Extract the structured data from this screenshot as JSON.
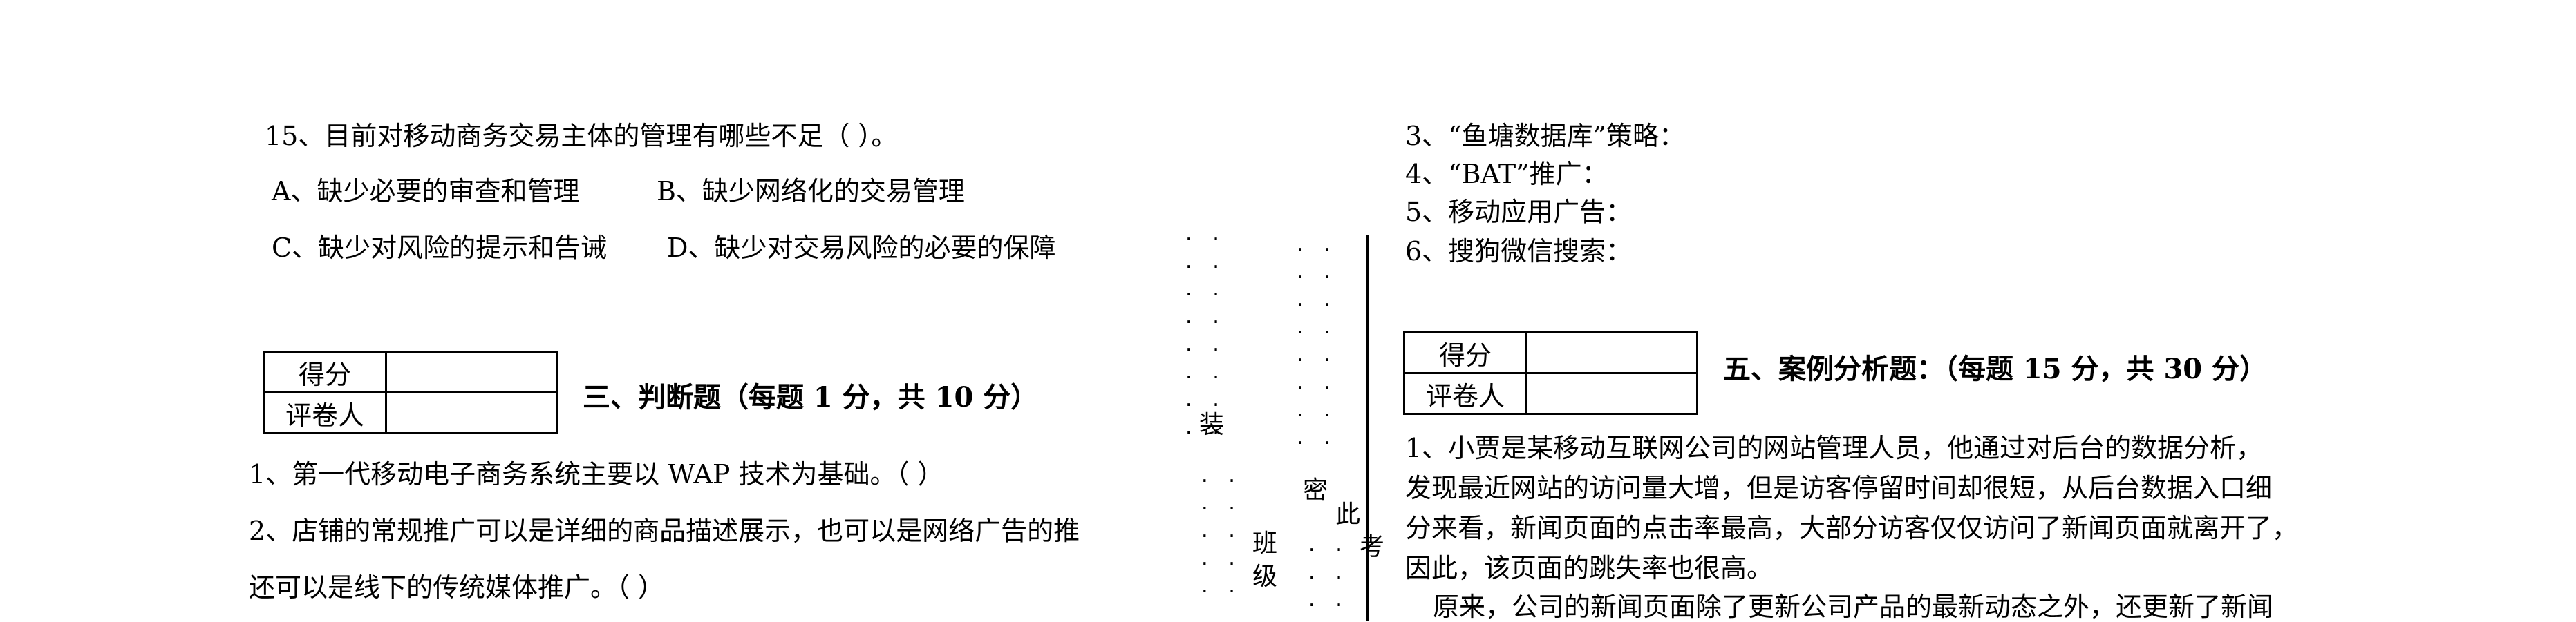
{
  "left": {
    "q15": {
      "stem": "15、目前对移动商务交易主体的管理有哪些不足（    ）。",
      "optA": "A、缺少必要的审查和管理",
      "optB": "B、缺少网络化的交易管理",
      "optC": "C、缺少对风险的提示和告诫",
      "optD": "D、缺少对交易风险的必要的保障"
    },
    "score_box": {
      "score_label": "得分",
      "grader_label": "评卷人"
    },
    "section3_title": "三、判断题（每题 1 分，共 10 分）",
    "tf_items": [
      "1、第一代移动电子商务系统主要以 WAP 技术为基础。（      ）",
      "2、店铺的常规推广可以是详细的商品描述展示，也可以是网络广告的推",
      "还可以是线下的传统媒体推广。（      ）"
    ]
  },
  "binding": {
    "zhuang": "装",
    "mi": "密",
    "ci": "此",
    "kao": "考",
    "ban": "班",
    "ji": "级"
  },
  "right": {
    "items": [
      "3、“鱼塘数据库”策略：",
      "4、“BAT”推广：",
      "5、移动应用广告：",
      "6、搜狗微信搜索："
    ],
    "score_box": {
      "score_label": "得分",
      "grader_label": "评卷人"
    },
    "section5_title": "五、案例分析题：（每题 15 分，共 30 分）",
    "case_lines": [
      "1、小贾是某移动互联网公司的网站管理人员，他通过对后台的数据分析，",
      "发现最近网站的访问量大增，但是访客停留时间却很短，从后台数据入口细",
      "分来看，新闻页面的点击率最高，大部分访客仅仅访问了新闻页面就离开了，",
      "因此，该页面的跳失率也很高。",
      "原来，公司的新闻页面除了更新公司产品的最新动态之外，还更新了新闻"
    ]
  }
}
